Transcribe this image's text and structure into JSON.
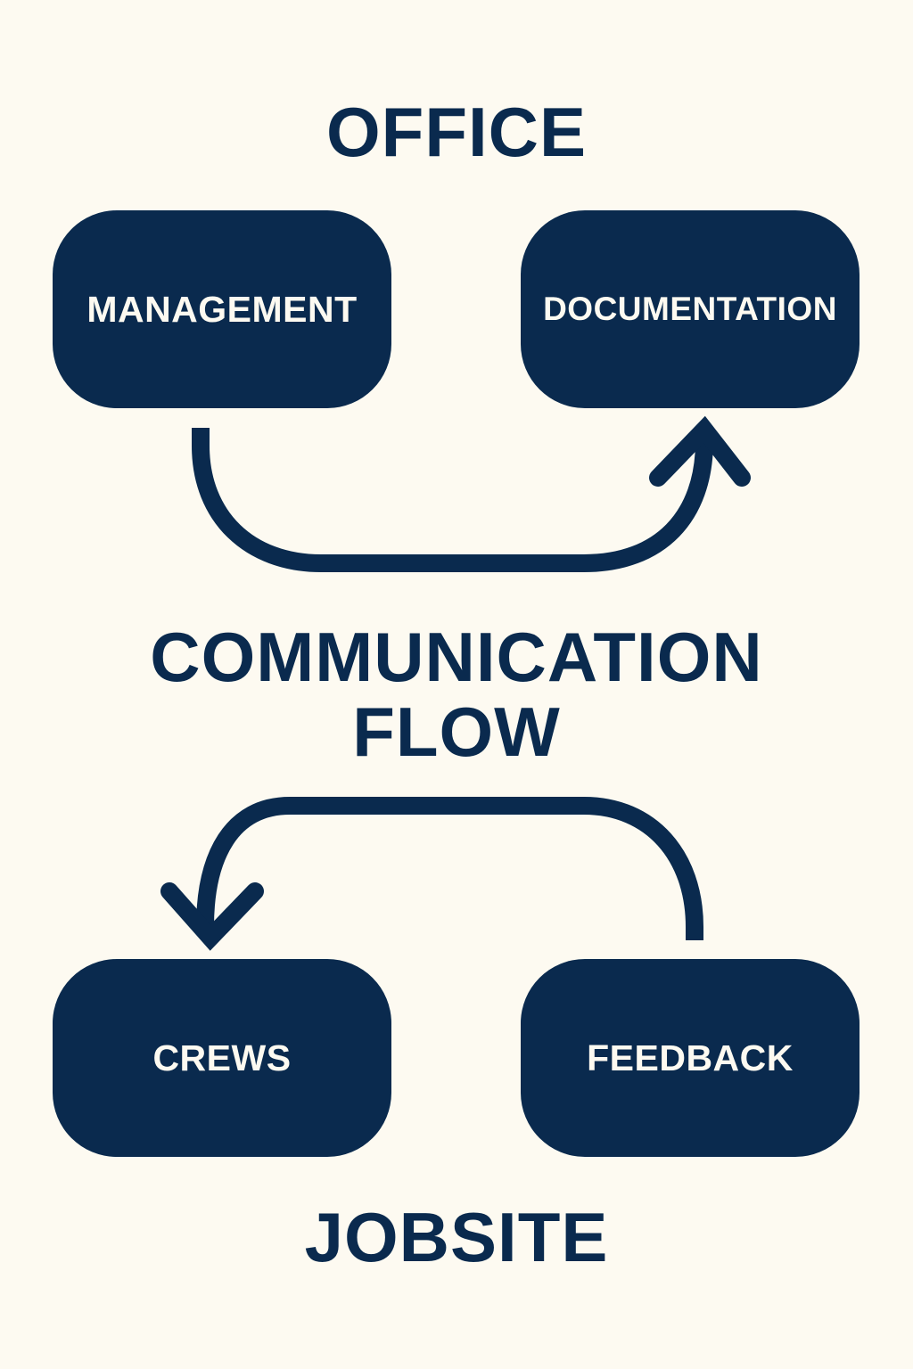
{
  "sections": {
    "top_label": "OFFICE",
    "center_title_line1": "COMMUNICATION",
    "center_title_line2": "FLOW",
    "bottom_label": "JOBSITE"
  },
  "nodes": [
    {
      "id": "management",
      "label": "MANAGEMENT",
      "group": "OFFICE"
    },
    {
      "id": "documentation",
      "label": "DOCUMENTATION",
      "group": "OFFICE"
    },
    {
      "id": "crews",
      "label": "CREWS",
      "group": "JOBSITE"
    },
    {
      "id": "feedback",
      "label": "FEEDBACK",
      "group": "JOBSITE"
    }
  ],
  "edges": [
    {
      "from": "management",
      "to": "documentation"
    },
    {
      "from": "feedback",
      "to": "crews"
    }
  ],
  "colors": {
    "background": "#FDFAF1",
    "primary": "#0A2A4E",
    "box_text": "#FDFAF1"
  }
}
